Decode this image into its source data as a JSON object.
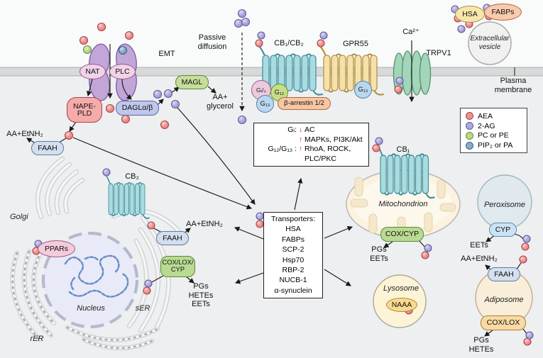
{
  "title": "Endocannabinoid signaling pathway diagram",
  "colors": {
    "aea": "#f08f8f",
    "two_ag": "#aeaadb",
    "pc_pe": "#bcd98a",
    "pip2_pa": "#84adc9",
    "membrane": "#d7d9da",
    "receptor_teal": "#aadbe0",
    "receptor_yellow": "#f6e2a8",
    "trpv1_green": "#a3d5ba",
    "emt_purple": "#c2a6d8",
    "effect_arrow_red": "#cc2222"
  },
  "membrane": {
    "label": "Plasma\nmembrane"
  },
  "extracellular": {
    "emt": "EMT",
    "passive": "Passive\ndiffusion",
    "cb12": "CB₁/CB₂",
    "gpr55": "GPR55",
    "ca": "Ca²⁺",
    "trpv1": "TRPV1",
    "vesicle": "Extracellular\nvesicle",
    "hsa": "HSA",
    "fabps": "FABPs"
  },
  "enzymes": {
    "nat": "NAT",
    "plc": "PLC",
    "napepld": "NAPE-\nPLD",
    "dagl": "DAGLα/β",
    "magl": "MAGL",
    "faah": "FAAH",
    "coxloxcyp": "COX/LOX/\nCYP",
    "coxcyp": "COX/CYP",
    "cyp": "CYP",
    "coxlox": "COX/LOX",
    "naaa": "NAAA",
    "ppars": "PPARs"
  },
  "gproteins": {
    "gi0": "Gᵢ/₀",
    "g12": "G₁₂",
    "g13": "G₁₃",
    "barr": "β-arrestin 1/2"
  },
  "gbox": {
    "rows": [
      {
        "label": "Gᵢ:",
        "arrow": "↓",
        "text": "AC"
      },
      {
        "label": "",
        "arrow": "↑",
        "text": "MAPKs, PI3K/Akt"
      },
      {
        "label": "G₁₂/G₁₃ :",
        "arrow": "↑",
        "text": "RhoA, ROCK,"
      },
      {
        "label": "",
        "arrow": "",
        "text": "PLC/PKC"
      }
    ]
  },
  "transporters": {
    "title": "Transporters:",
    "items": [
      "HSA",
      "FABPs",
      "SCP-2",
      "Hsp70",
      "RBP-2",
      "NUCB-1",
      "α-synuclein"
    ]
  },
  "legend": {
    "items": [
      {
        "label": "AEA",
        "color": "#f08f8f"
      },
      {
        "label": "2-AG",
        "color": "#aeaadb"
      },
      {
        "label": "PC or PE",
        "color": "#bcd98a"
      },
      {
        "label": "PIP₂ or PA",
        "color": "#84adc9"
      }
    ]
  },
  "products": {
    "aa_glycerol": "AA+\nglycerol",
    "aa_etnh2": "AA+EtNH₂",
    "pgs": "PGs",
    "hetes": "HETEs",
    "eets": "EETs"
  },
  "organelles": {
    "golgi": "Golgi",
    "nucleus": "Nucleus",
    "ser": "sER",
    "rer": "rER",
    "mito": "Mitochondrion",
    "lyso": "Lysosome",
    "perox": "Peroxisome",
    "adipo": "Adiposome"
  },
  "receptor_labels": {
    "cb1": "CB₁",
    "cb2": "CB₂"
  }
}
